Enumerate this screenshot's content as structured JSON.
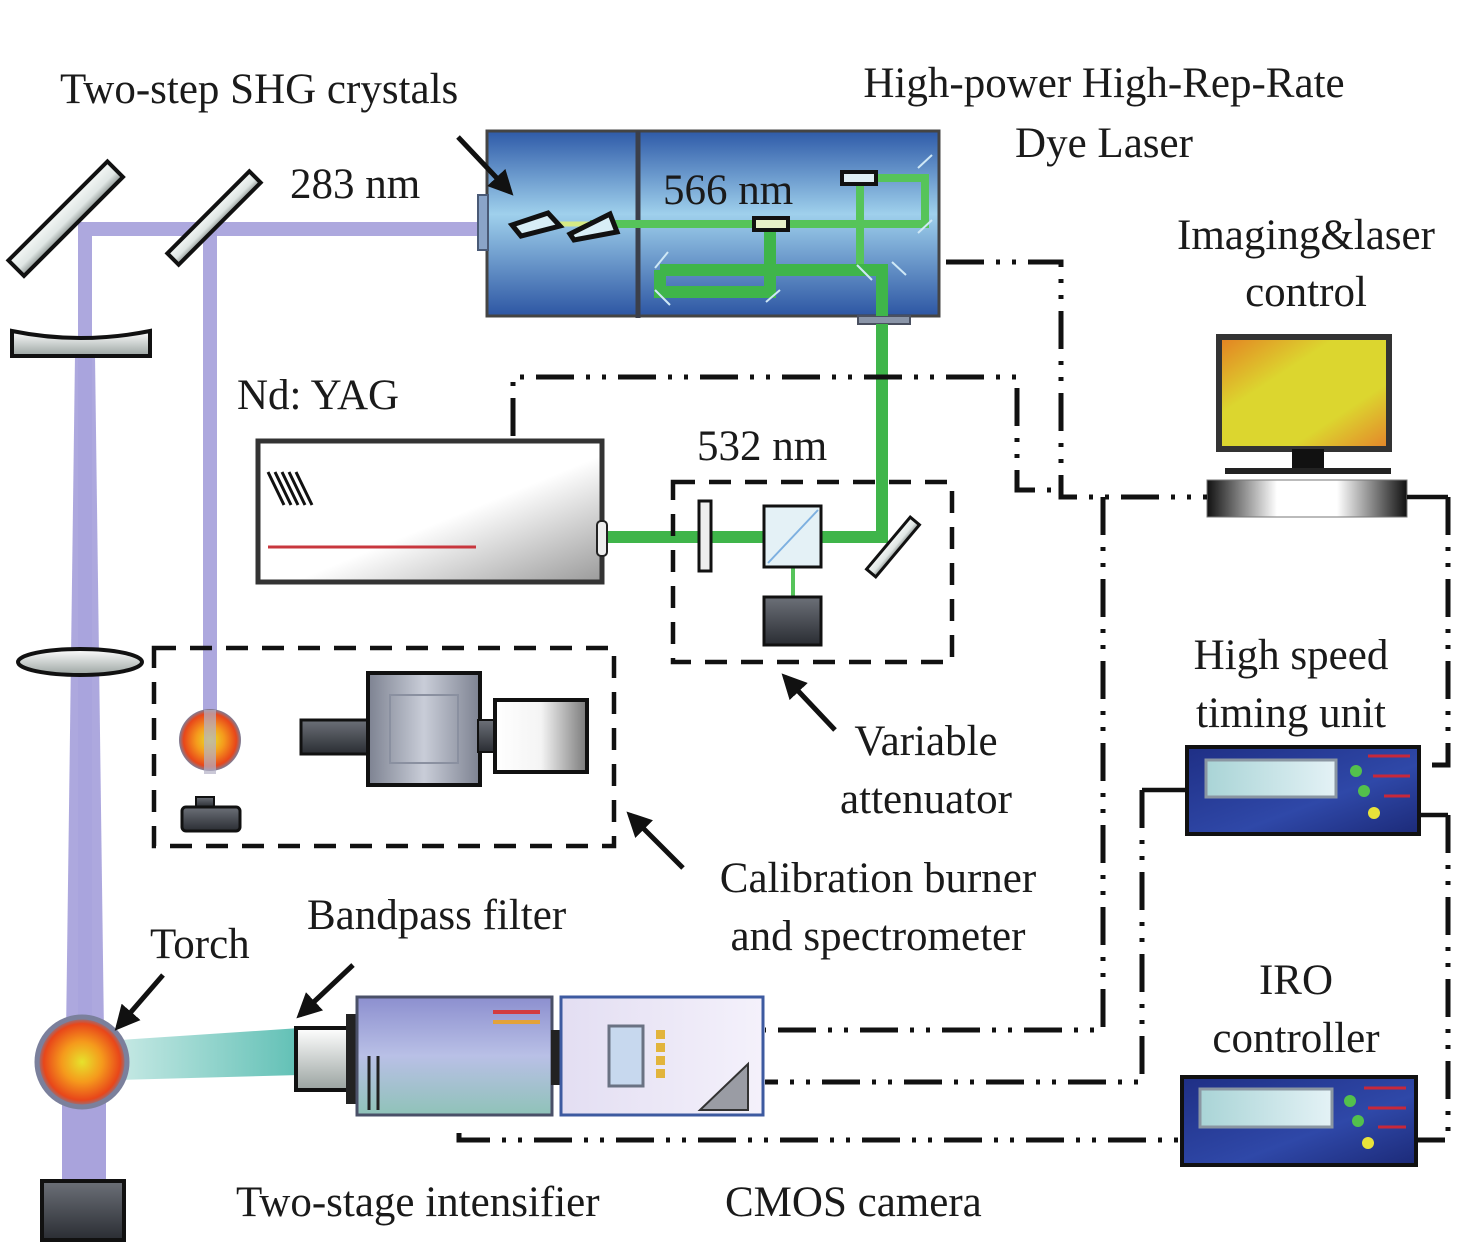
{
  "figure": {
    "labels": {
      "shg_crystals": "Two-step SHG crystals",
      "uv_wavelength": "283 nm",
      "dye_laser_line1": "High-power High-Rep-Rate",
      "dye_laser_line2": "Dye Laser",
      "dye_wavelength": "566 nm",
      "control_line1": "Imaging&laser",
      "control_line2": "control",
      "ndyag": "Nd: YAG",
      "pump_wavelength": "532 nm",
      "attenuator_line1": "Variable",
      "attenuator_line2": "attenuator",
      "timing_line1": "High speed",
      "timing_line2": "timing unit",
      "calib_line1": "Calibration burner",
      "calib_line2": "and spectrometer",
      "torch": "Torch",
      "bandpass": "Bandpass filter",
      "iro_line1": "IRO",
      "iro_line2": "controller",
      "intensifier": "Two-stage intensifier",
      "camera": "CMOS camera"
    },
    "colors": {
      "uv_beam": "#a9a3dc",
      "green_beam": "#3fb54a",
      "dye_laser_body": "#2f5fae",
      "controller_body": "#233a94",
      "monitor_screen": "#e2d52f"
    }
  }
}
